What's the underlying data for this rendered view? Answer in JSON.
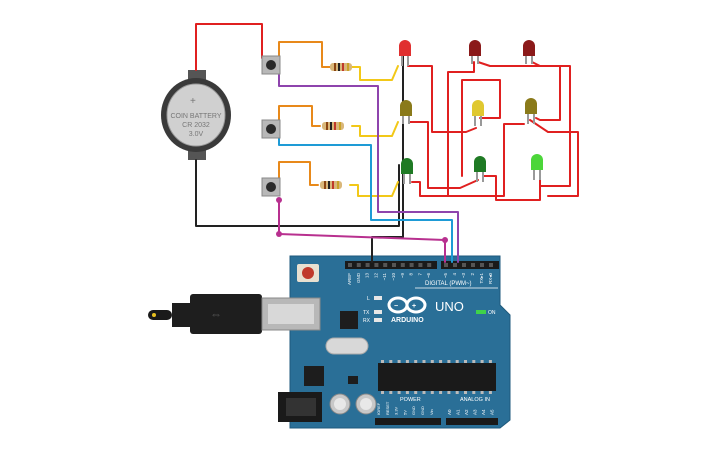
{
  "battery": {
    "line1": "COIN BATTERY",
    "line2": "CR 2032",
    "line3": "3.0V",
    "plus_sign": "+"
  },
  "arduino": {
    "logo_text": "ARDUINO",
    "model": "UNO",
    "digital_label": "DIGITAL (PWM~)",
    "analog_label": "ANALOG IN",
    "power_label": "POWER",
    "on_label": "ON",
    "l_label": "L",
    "tx_label": "TX",
    "rx_label": "RX",
    "top_pins": [
      "AREF",
      "GND",
      "13",
      "12",
      "~11",
      "~10",
      "~9",
      "8",
      "7",
      "~6",
      "~5",
      "4",
      "~3",
      "2",
      "TX▸1",
      "RX◂0"
    ],
    "power_pins": [
      "IOREF",
      "RESET",
      "3.3V",
      "5V",
      "GND",
      "GND",
      "Vin"
    ],
    "analog_pins": [
      "A0",
      "A1",
      "A2",
      "A3",
      "A4",
      "A5"
    ]
  },
  "colors": {
    "board": "#2a6f97",
    "wire_red": "#e02020",
    "wire_orange": "#e8891a",
    "wire_yellow": "#f2c818",
    "wire_purple": "#8e44ad",
    "wire_blue": "#1e9bd6",
    "wire_black": "#222222",
    "wire_magenta": "#b8308f",
    "led_red": "#d42a2a",
    "led_darkred": "#8b1a1a",
    "led_yellow": "#c9a41b",
    "led_green": "#1f9e2a",
    "led_lightgreen": "#4cd63a"
  }
}
